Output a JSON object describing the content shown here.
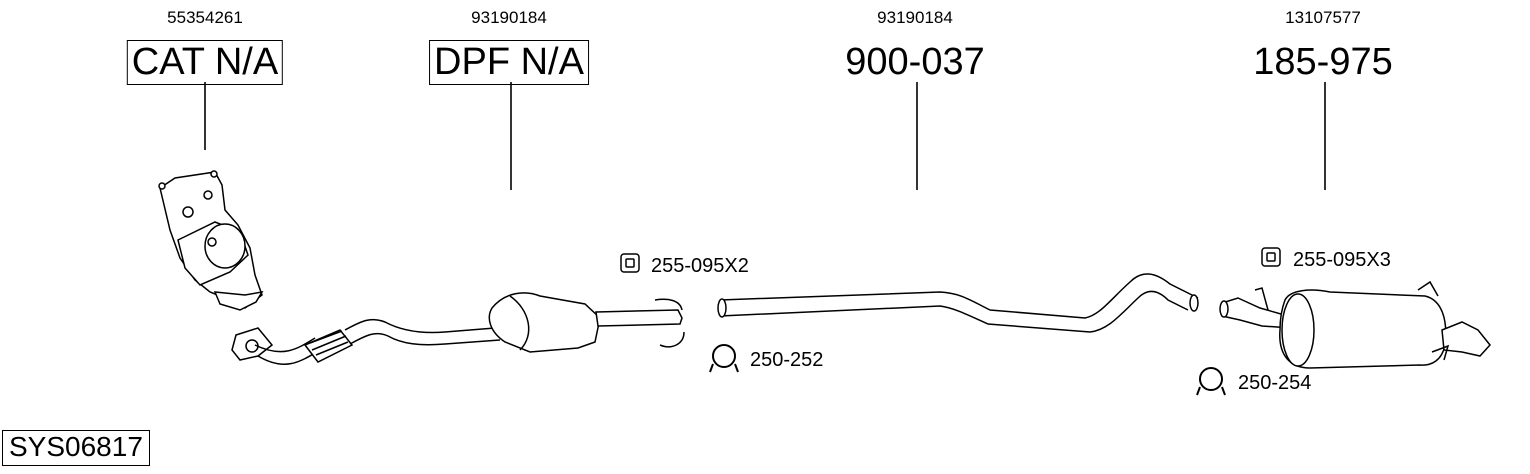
{
  "parts": [
    {
      "oe_number": "55354261",
      "part_label": "CAT N/A"
    },
    {
      "oe_number": "93190184",
      "part_label": "DPF N/A"
    },
    {
      "oe_number": "93190184",
      "part_label": "900-037"
    },
    {
      "oe_number": "13107577",
      "part_label": "185-975"
    }
  ],
  "accessories": [
    {
      "label": "255-095X2",
      "icon": "rubber-mount-icon"
    },
    {
      "label": "250-252",
      "icon": "pipe-clamp-icon"
    },
    {
      "label": "255-095X3",
      "icon": "rubber-mount-icon"
    },
    {
      "label": "250-254",
      "icon": "pipe-clamp-icon"
    }
  ],
  "system_code": "SYS06817"
}
